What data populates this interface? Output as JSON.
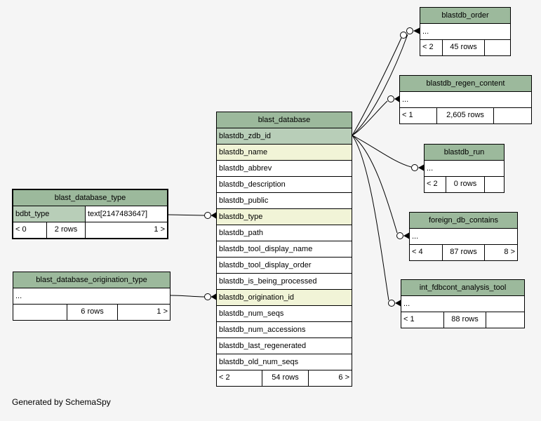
{
  "note": "Generated by SchemaSpy",
  "colors": {
    "canvas_bg": "#f5f5f5",
    "table_header": "#9cb99c",
    "primary_key_bg": "#b8ceb8",
    "indexed_bg": "#f1f4d7",
    "row_bg": "#ffffff",
    "edge": "#000000"
  },
  "tables": {
    "main": {
      "title": "blast_database",
      "columns": [
        {
          "name": "blastdb_zdb_id",
          "kind": "primary-key"
        },
        {
          "name": "blastdb_name",
          "kind": "indexed"
        },
        {
          "name": "blastdb_abbrev",
          "kind": "plain"
        },
        {
          "name": "blastdb_description",
          "kind": "plain"
        },
        {
          "name": "blastdb_public",
          "kind": "plain"
        },
        {
          "name": "blastdb_type",
          "kind": "indexed"
        },
        {
          "name": "blastdb_path",
          "kind": "plain"
        },
        {
          "name": "blastdb_tool_display_name",
          "kind": "plain"
        },
        {
          "name": "blastdb_tool_display_order",
          "kind": "plain"
        },
        {
          "name": "blastdb_is_being_processed",
          "kind": "plain"
        },
        {
          "name": "blastdb_origination_id",
          "kind": "indexed"
        },
        {
          "name": "blastdb_num_seqs",
          "kind": "plain"
        },
        {
          "name": "blastdb_num_accessions",
          "kind": "plain"
        },
        {
          "name": "blastdb_last_regenerated",
          "kind": "plain"
        },
        {
          "name": "blastdb_old_num_seqs",
          "kind": "plain"
        }
      ],
      "footer": [
        "< 2",
        "54 rows",
        "6 >"
      ]
    },
    "type": {
      "title": "blast_database_type",
      "key_column": "bdbt_type",
      "key_type": "text[2147483647]",
      "footer": [
        "< 0",
        "2 rows",
        "1 >"
      ]
    },
    "origination": {
      "title": "blast_database_origination_type",
      "ellipsis": "...",
      "footer": [
        "",
        "6 rows",
        "1 >"
      ]
    },
    "order": {
      "title": "blastdb_order",
      "ellipsis": "...",
      "footer": [
        "< 2",
        "45 rows",
        ""
      ]
    },
    "regen": {
      "title": "blastdb_regen_content",
      "ellipsis": "...",
      "footer": [
        "< 1",
        "2,605 rows",
        ""
      ]
    },
    "run": {
      "title": "blastdb_run",
      "ellipsis": "...",
      "footer": [
        "< 2",
        "0 rows",
        ""
      ]
    },
    "foreign": {
      "title": "foreign_db_contains",
      "ellipsis": "...",
      "footer": [
        "< 4",
        "87 rows",
        "8 >"
      ]
    },
    "int_tool": {
      "title": "int_fdbcont_analysis_tool",
      "ellipsis": "...",
      "footer": [
        "< 1",
        "88 rows",
        ""
      ]
    }
  }
}
